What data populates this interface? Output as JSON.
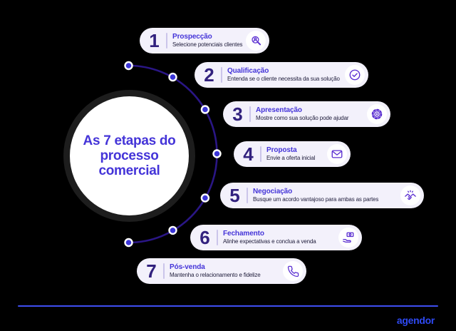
{
  "center": {
    "title": "As 7 etapas do processo comercial"
  },
  "steps": [
    {
      "num": "1",
      "title": "Prospecção",
      "desc": "Selecione potenciais clientes",
      "icon": "search-user-icon"
    },
    {
      "num": "2",
      "title": "Qualificação",
      "desc": "Entenda se o cliente necessita da sua solução",
      "icon": "check-circle-icon"
    },
    {
      "num": "3",
      "title": "Apresentação",
      "desc": "Mostre como sua solução pode ajudar",
      "icon": "gear-icon"
    },
    {
      "num": "4",
      "title": "Proposta",
      "desc": "Envie a oferta inicial",
      "icon": "envelope-icon"
    },
    {
      "num": "5",
      "title": "Negociação",
      "desc": "Busque um acordo vantajoso para ambas as partes",
      "icon": "handshake-icon"
    },
    {
      "num": "6",
      "title": "Fechamento",
      "desc": "Alinhe expectativas e conclua a venda",
      "icon": "hand-money-icon"
    },
    {
      "num": "7",
      "title": "Pós-venda",
      "desc": "Mantenha o relacionamento e fidelize",
      "icon": "phone-icon"
    }
  ],
  "footer": {
    "brand": "agendor"
  },
  "colors": {
    "background": "#000000",
    "card_background": "#f3f1fb",
    "step_number": "#32217e",
    "step_title": "#4434d8",
    "step_description": "#1e1c3a",
    "arc": "#2a1685",
    "node_dot": "#3b35d8",
    "icon": "#5b2fd1",
    "circle_ring": "#1d1d1d",
    "circle_fill": "#ffffff",
    "footer_line": "#3e4ef0",
    "brand": "#2e49f2"
  }
}
